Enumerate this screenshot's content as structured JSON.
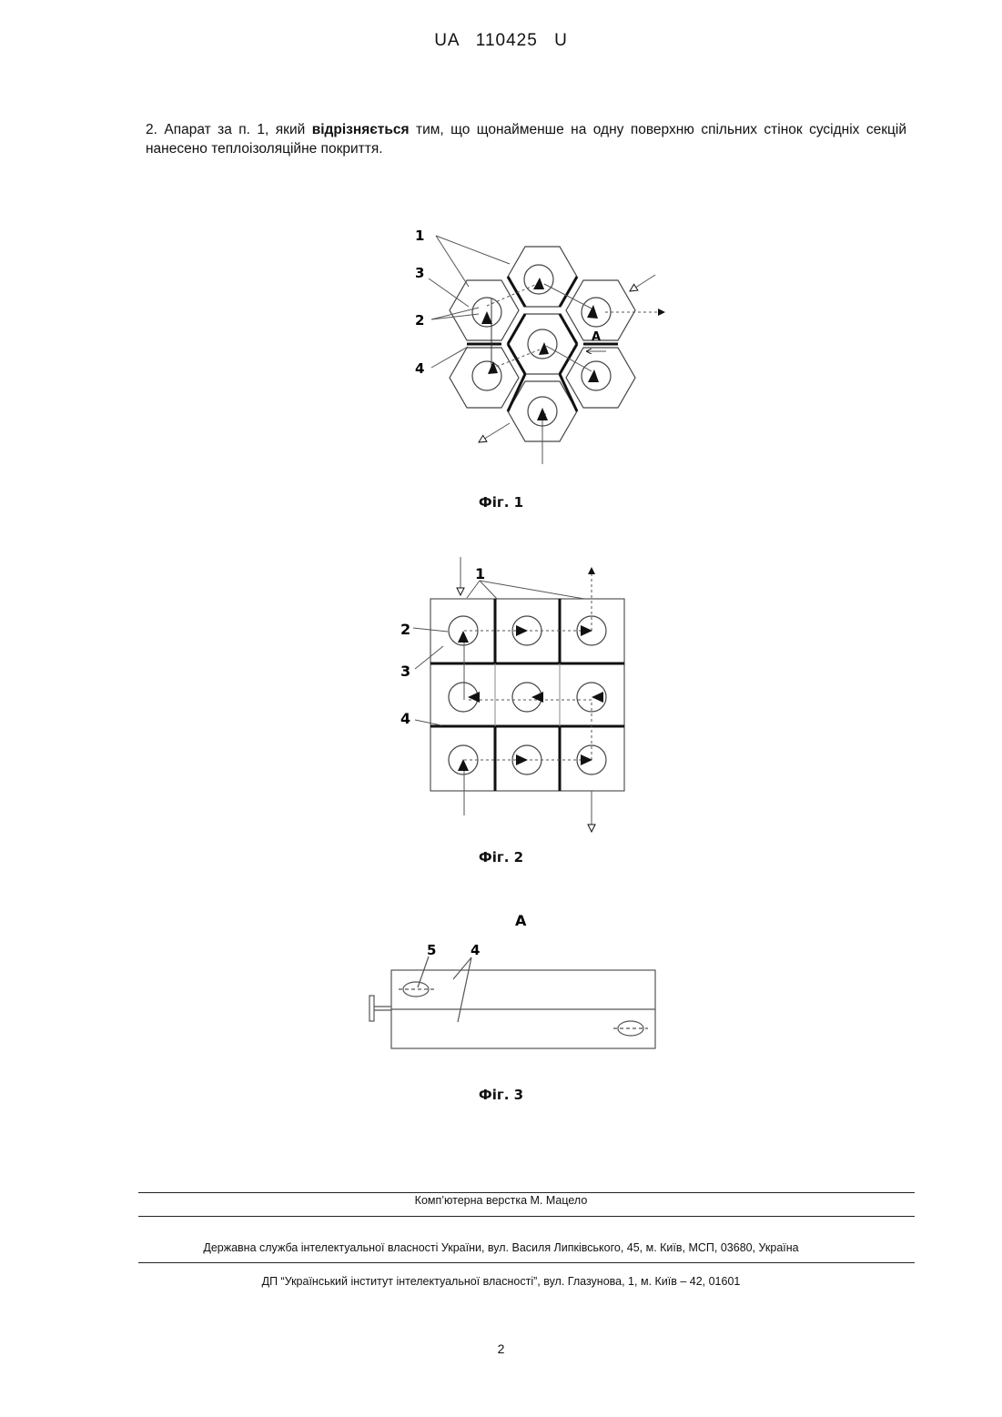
{
  "header": {
    "doc_id": "UA   110425   U"
  },
  "claim": {
    "prefix": "2. Апарат за п. 1, який ",
    "bold": "відрізняється",
    "suffix": " тим, що щонайменше на одну поверхню спільних стінок сусідніх секцій нанесено теплоізоляційне покриття."
  },
  "figures": {
    "fig1": {
      "caption": "Фіг. 1",
      "labels": {
        "l1": "1",
        "l2": "2",
        "l3": "3",
        "l4": "4",
        "section": "А"
      }
    },
    "fig2": {
      "caption": "Фіг. 2",
      "labels": {
        "l1": "1",
        "l2": "2",
        "l3": "3",
        "l4": "4"
      }
    },
    "fig3": {
      "caption": "Фіг. 3",
      "title": "А",
      "labels": {
        "l4": "4",
        "l5": "5"
      }
    }
  },
  "footer": {
    "layout_credit": "Комп’ютерна верстка М. Мацело",
    "office": "Державна служба інтелектуальної власності України, вул. Василя Липківського, 45, м. Київ, МСП, 03680, Україна",
    "institute": "ДП “Український інститут інтелектуальної власності”, вул. Глазунова, 1, м. Київ – 42, 01601"
  },
  "page_number": "2"
}
